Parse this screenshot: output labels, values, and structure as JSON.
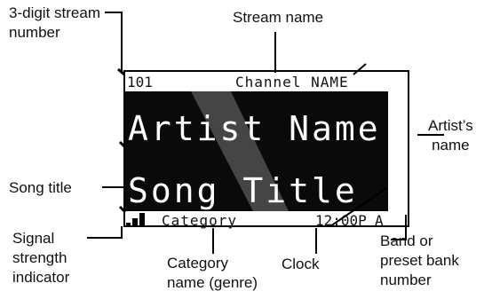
{
  "display": {
    "stream_number": "101",
    "channel_name": "Channel NAME",
    "artist_name": "Artist Name",
    "song_title": "Song Title",
    "category": "Category",
    "clock": "12:00P",
    "band": "A"
  },
  "labels": {
    "stream_number": [
      "3-digit stream",
      "number"
    ],
    "stream_name": "Stream name",
    "artist_name": [
      "Artist’s",
      "name"
    ],
    "song_title": "Song title",
    "signal": [
      "Signal",
      "strength",
      "indicator"
    ],
    "category": [
      "Category",
      "name (genre)"
    ],
    "clock": "Clock",
    "band": [
      "Band or",
      "preset bank",
      "number"
    ]
  }
}
